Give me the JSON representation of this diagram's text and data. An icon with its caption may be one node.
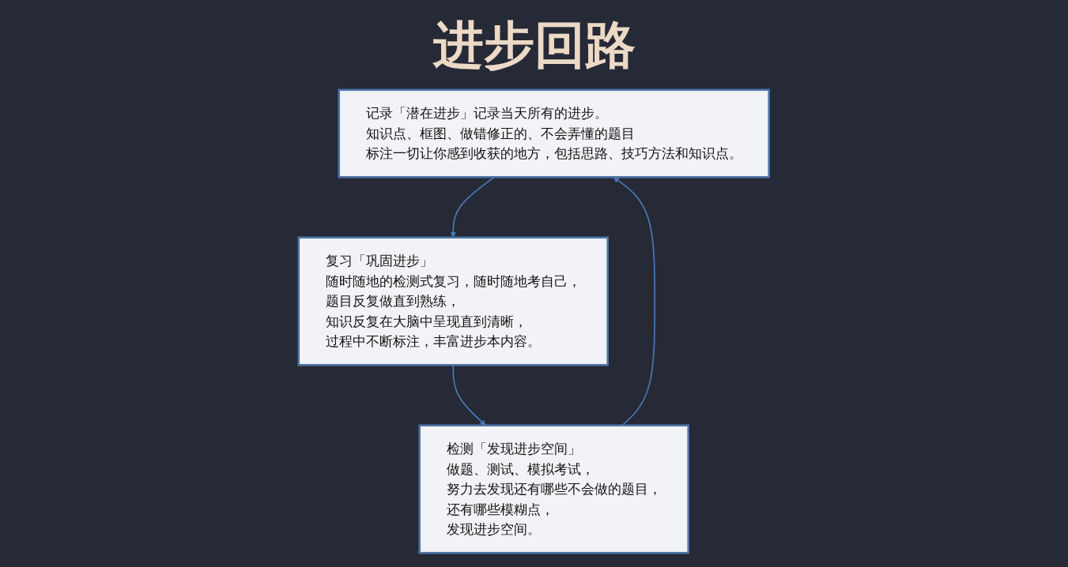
{
  "diagram": {
    "title": "进步回路",
    "nodes": [
      {
        "text": [
          "记录「潜在进步」记录当天所有的进步。",
          "知识点、框图、做错修正的、不会弄懂的题目",
          "标注一切让你感到收获的地方，包括思路、技巧方法和知识点。"
        ]
      },
      {
        "text": [
          "检测「发现进步空间」",
          "做题、测试、模拟考试，",
          "努力去发现还有哪些不会做的题目，",
          "还有哪些模糊点，",
          "发现进步空间。"
        ]
      },
      {
        "text": [
          "复习「巩固进步」",
          "随时随地的检测式复习，随时随地考自己，",
          "题目反复做直到熟练，",
          "知识反复在大脑中呈现直到清晰，",
          "过程中不断标注，丰富进步本内容。"
        ]
      }
    ],
    "edges": [
      {
        "from": 1,
        "to": 0,
        "arrow": "to"
      },
      {
        "from": 0,
        "to": 2,
        "arrow": "to"
      },
      {
        "from": 2,
        "to": 1,
        "arrow": "to"
      }
    ]
  }
}
